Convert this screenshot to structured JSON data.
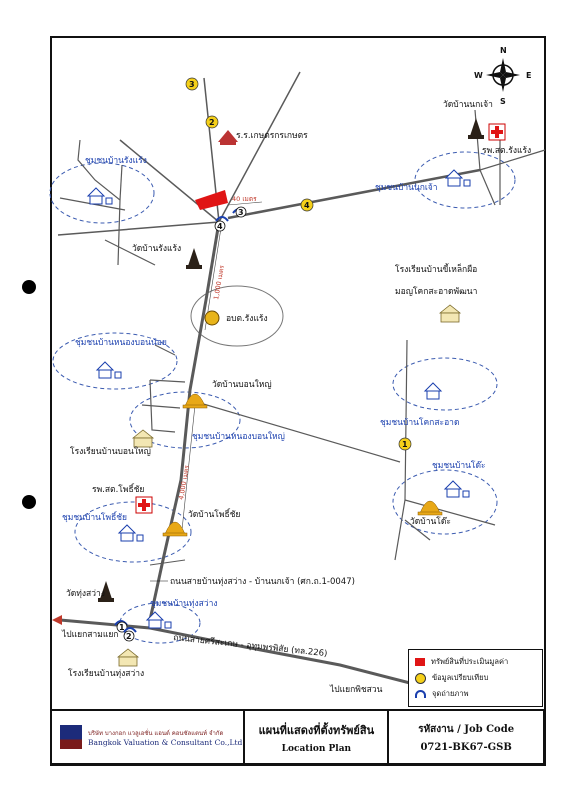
{
  "compass": {
    "n": "N",
    "s": "S",
    "e": "E",
    "w": "W"
  },
  "places": {
    "wat_ban_nok_chao": "วัดบ้านนกเจ้า",
    "hospital_rang_raeng": "รพ.สต.รังแร้ง",
    "community_rang_raeng": "ชุมชนบ้านรังแร้ง",
    "community_nok_chao": "ชุมชนบ้านนกเจ้า",
    "agri_cooperative": "ร.ร.เกษตรกรเกษตร",
    "distance_40m": "40 เมตร",
    "wat_rang_raeng": "วัดบ้านรังแร้ง",
    "school_che_lek": "โรงเรียนบ้านขี้เหล็กผือ",
    "school_che_lek_2": "มอญโคกสะอาดพัฒนา",
    "obt_rang_raeng": "อบต.รังแร้ง",
    "community_nong_bon_noi": "ชุมชนบ้านหนองบอนน้อย",
    "wat_bon_yai": "วัดบ้านบอนใหญ่",
    "community_nong_bon_yai": "ชุมชนบ้านหนองบอนใหญ่",
    "school_bon_yai": "โรงเรียนบ้านบอนใหญ่",
    "community_khok_sa_at": "ชุมชนบ้านโคกสะอาด",
    "community_do": "ชุมชนบ้านโด๊ะ",
    "wat_do": "วัดบ้านโด๊ะ",
    "hospital_pho_chai": "รพ.สต.โพธิ์ชัย",
    "community_pho_chai": "ชุมชนบ้านโพธิ์ชัย",
    "wat_pho_chai": "วัดบ้านโพธิ์ชัย",
    "wat_thung_sawang": "วัดทุ่งสว่าง",
    "community_thung_sawang": "ชุมชนบ้านทุ่งสว่าง",
    "school_thung_sawang": "โรงเรียนบ้านทุ่งสว่าง",
    "to_sam_yaek": "ไปแยกสามแยก",
    "to_phet_suan": "ไปแยกพิชสวน",
    "road_main": "ถนนสายบ้านทุ่งสว่าง - บ้านนกเจ้า (ศก.ถ.1-0047)",
    "road_sisaket": "ถนนสายศรีสะเกษ - อุทุมพรพิสัย (ทล.226)",
    "dist_1000": "1,000 เมตร",
    "dist_4000": "4,000 เมตร"
  },
  "markers": [
    "1",
    "2",
    "3",
    "4"
  ],
  "legend": {
    "item1": "ทรัพย์สินที่ประเมินมูลค่า",
    "item2": "ข้อมูลเปรียบเทียบ",
    "item3": "จุดถ่ายภาพ"
  },
  "colors": {
    "road": "#5a5a5a",
    "red": "#e01515",
    "yellow": "#f5d019",
    "blue": "#1a3fae",
    "border": "#111111"
  },
  "footer": {
    "company_th": "บริษัท บางกอก แวลูเอชั่น แอนด์ คอนซัลแตนท์ จำกัด",
    "company_en": "Bangkok Valuation & Consultant Co.,Ltd",
    "title_th": "แผนที่แสดงที่ตั้งทรัพย์สิน",
    "title_en": "Location Plan",
    "job_label": "รหัสงาน / Job Code",
    "job_code": "0721-BK67-GSB"
  }
}
